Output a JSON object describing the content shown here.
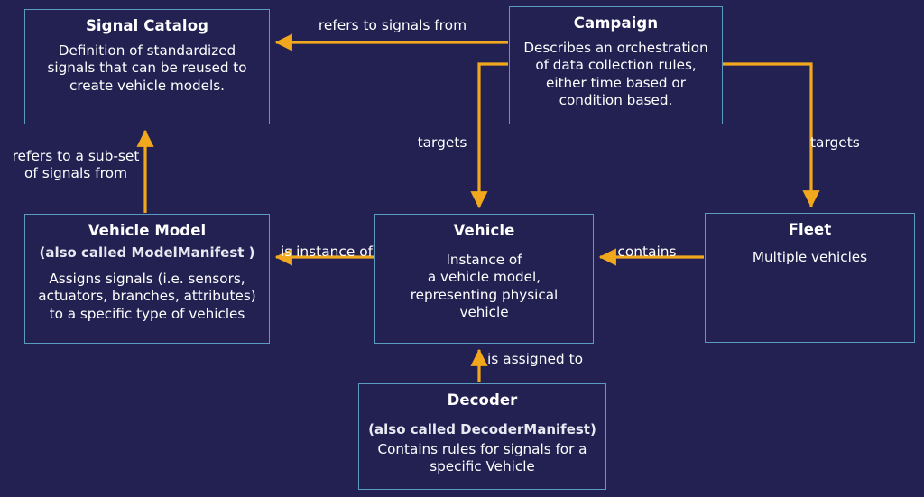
{
  "diagram": {
    "background_color": "#232152",
    "node_border_color": "#5b9bbf",
    "arrow_color": "#f2a81d",
    "text_color": "#ffffff",
    "caption": ""
  },
  "nodes": [
    {
      "id": "signal-catalog",
      "title": "Signal Catalog",
      "desc": "Definition of standardized\nsignals that can be reused to\ncreate vehicle models."
    },
    {
      "id": "campaign",
      "title": "Campaign",
      "desc": "Describes an orchestration\nof data collection rules,\neither time based or\ncondition  based."
    },
    {
      "id": "vehicle-model",
      "title": "Vehicle Model",
      "subtitle": "(also called ModelManifest )",
      "desc": "Assigns signals (i.e. sensors,\nactuators, branches, attributes)\nto a specific type of vehicles"
    },
    {
      "id": "vehicle",
      "title": "Vehicle",
      "desc": "Instance of\na vehicle model,\nrepresenting physical\nvehicle"
    },
    {
      "id": "fleet",
      "title": "Fleet",
      "desc": "Multiple vehicles"
    },
    {
      "id": "decoder",
      "title": "Decoder",
      "subtitle": "(also called DecoderManifest)",
      "desc": "Contains rules for signals for a\nspecific Vehicle"
    }
  ],
  "edges": [
    {
      "id": "campaign-to-signal-catalog",
      "label": "refers to signals from",
      "from": "campaign",
      "to": "signal-catalog"
    },
    {
      "id": "campaign-to-vehicle",
      "label": "targets",
      "from": "campaign",
      "to": "vehicle"
    },
    {
      "id": "campaign-to-fleet",
      "label": "targets",
      "from": "campaign",
      "to": "fleet"
    },
    {
      "id": "vehicle-to-vehicle-model",
      "label": "is instance of",
      "from": "vehicle",
      "to": "vehicle-model"
    },
    {
      "id": "fleet-to-vehicle",
      "label": "contains",
      "from": "fleet",
      "to": "vehicle"
    },
    {
      "id": "decoder-to-vehicle",
      "label": "is assigned to",
      "from": "decoder",
      "to": "vehicle"
    },
    {
      "id": "vehicle-model-to-signal-catalog",
      "label": "refers to  a sub-set\nof signals from",
      "from": "vehicle-model",
      "to": "signal-catalog"
    }
  ]
}
